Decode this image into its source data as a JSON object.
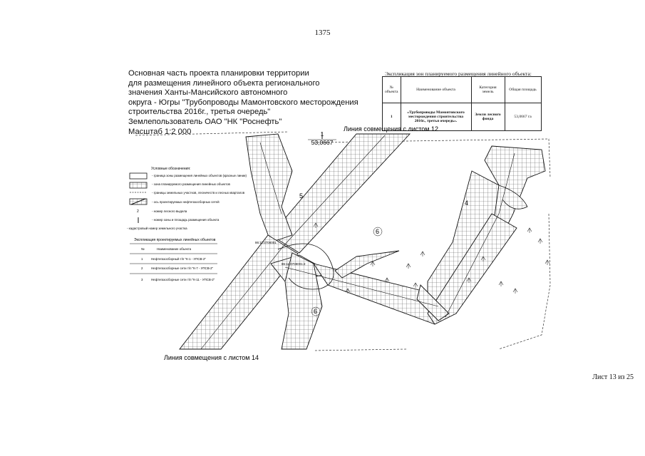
{
  "page_number": "1375",
  "title_lines": [
    "Основная часть проекта планировки территории",
    "для размещения линейного объекта регионального",
    "значения Ханты-Мансийского автономного",
    "округа - Югры \"Трубопроводы Мамонтовского месторождения",
    "строительства 2016г., третья очередь\"",
    "Землепользователь ОАО \"НК \"Роснефть\"",
    "Масштаб 1:2 000"
  ],
  "explication": {
    "caption": "Экспликация зон планируемого размещения линейного объекта:",
    "headers": [
      "№ объекта",
      "Наименование объекта",
      "Категория земель",
      "Общая площадь"
    ],
    "row": {
      "num": "1",
      "name": "«Трубопроводы Мамонтовского месторождения строительства 2016г., третья очередь».",
      "category": "Земли лесного фонда",
      "area": "53,0667 га"
    }
  },
  "map": {
    "label_top": "Линия совмещения с листом 12",
    "label_bottom": "Линия совмещения с листом 14",
    "zone_number": "1",
    "zone_area": "53,0667",
    "plot_labels": [
      "5",
      "4",
      "6",
      "6"
    ],
    "small_labels": [
      "86:11:0708001",
      "86:11:0708001:2"
    ]
  },
  "legend": {
    "caption": "Условные обозначения:",
    "items": [
      "- граница зоны размещения линейных объектов (красные линии)",
      "- зона планируемого размещения линейных объектов",
      "- границы земельных участков, лесничеств и лесных кварталов",
      "- ось проектируемых нефтегазосборных сетей",
      "- номер лесного выдела",
      "- номер зоны и площадь размещения объекта",
      "- кадастровый номер земельного участка"
    ],
    "sub_caption": "Экспликация проектируемых линейных объектов",
    "sub_headers": [
      "№",
      "Наименование объекта"
    ],
    "sub_rows": [
      [
        "1",
        "Нефтегазосборный т/п \"К-1 - УПСВ-2\""
      ],
      [
        "2",
        "Нефтегазосборные сети т/п \"К-7 - УПСВ-2\""
      ],
      [
        "3",
        "Нефтегазосборные сети т/п \"К-11 - УПСВ-2\""
      ]
    ]
  },
  "sheet_label": "Лист 13 из 25"
}
